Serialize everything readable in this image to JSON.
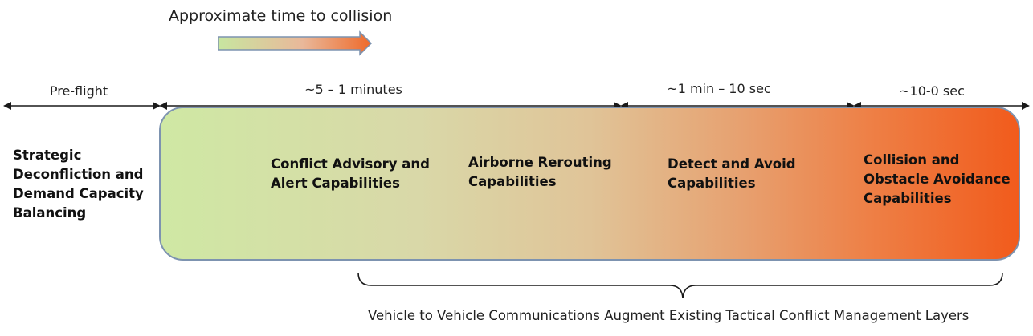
{
  "header": {
    "title": "Approximate time to collision"
  },
  "timeline": {
    "phases": [
      {
        "id": "preflight",
        "label": "Pre-flight"
      },
      {
        "id": "minutes",
        "label": "~5 – 1 minutes"
      },
      {
        "id": "seconds",
        "label": "~1 min – 10 sec"
      },
      {
        "id": "final",
        "label": "~10-0 sec"
      }
    ]
  },
  "strategic": {
    "lines": [
      "Strategic",
      "Deconfliction and",
      "Demand Capacity",
      "Balancing"
    ]
  },
  "capabilities": [
    {
      "lines": [
        "Conflict Advisory and",
        "Alert Capabilities"
      ]
    },
    {
      "lines": [
        "Airborne Rerouting",
        "Capabilities"
      ]
    },
    {
      "lines": [
        "Detect and Avoid",
        "Capabilities"
      ]
    },
    {
      "lines": [
        "Collision and",
        "Obstacle Avoidance",
        "Capabilities"
      ]
    }
  ],
  "footer": {
    "text": "Vehicle to Vehicle Communications Augment Existing Tactical Conflict Management Layers"
  },
  "colors": {
    "gradient_start": "#cfe8a4",
    "gradient_end": "#f15b1c",
    "band_border": "#7d93b0",
    "arrow_start": "#c8e6a0",
    "arrow_end": "#ef6a2a",
    "line": "#1a1a1a"
  }
}
